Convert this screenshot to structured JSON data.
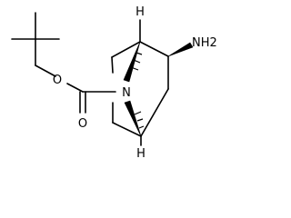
{
  "molecule": {
    "atom_labels": {
      "ester_oxygen": "O",
      "carbonyl_oxygen": "O",
      "bridge_nitrogen": "N",
      "amino_group": "NH2",
      "top_hydrogen": "H",
      "bottom_hydrogen": "H"
    }
  }
}
